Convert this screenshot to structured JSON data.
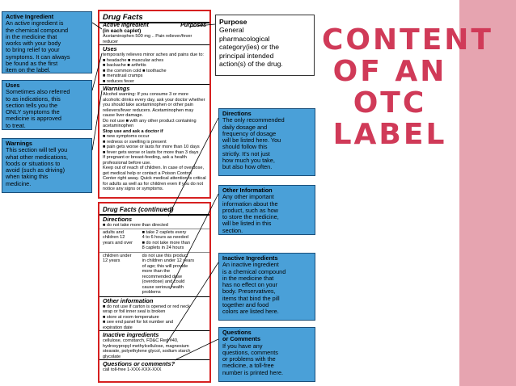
{
  "slide": {
    "title": "CONTENT\nOF AN\nOTC\nLABEL",
    "accent_color": "#d03a58",
    "side_panel_color": "#e6a4b0",
    "box_color": "#4aa0d8"
  },
  "callouts": {
    "active": {
      "head": "Active Ingredient",
      "text": "An active ingredient is\nthe chemical compound\nin the medicine that\nworks with your body\nto bring relief to your\nsymptoms. It can always\nbe found as the first\nitem on the label."
    },
    "uses": {
      "head": "Uses",
      "text": "Sometimes also referred\nto as indications, this\nsection tells you the\nONLY symptoms the\nmedicine is approved\nto treat."
    },
    "warnings": {
      "head": "Warnings",
      "text": "This section will tell you\nwhat other medications,\nfoods or situations to\navoid (such as driving)\nwhen taking this\nmedicine."
    },
    "purpose": {
      "head": "Purpose",
      "text": "General\npharmacological\ncategory(ies) or the\nprincipal intended\naction(s) of the drug."
    },
    "directions": {
      "head": "Directions",
      "text": "The only recommended\ndaily dosage and\nfrequency of dosage\nwill be listed here. You\nshould follow this\nstrictly. It's not just\nhow much you take,\nbut also how often."
    },
    "other": {
      "head": "Other Information",
      "text": "Any other important\ninformation about the\nproduct, such as how\nto store the medicine,\nwill be listed in this\nsection."
    },
    "inactive": {
      "head": "Inactive Ingredients",
      "text": "An inactive ingredient\nis a chemical compound\nin the medicine that\nhas no effect on your\nbody. Preservatives,\nitems that bind the pill\ntogether and food\ncolors are listed here."
    },
    "questions": {
      "head": "Questions\nor Comments",
      "text": "If you have any\nquestions, comments\nor problems with the\nmedicine, a toll-free\nnumber is printed here."
    }
  },
  "label_top": {
    "title": "Drug Facts",
    "active_head": "Active ingredient",
    "active_sub": "(in each caplet)",
    "purposes_head": "Purposes",
    "active_line": "Acetaminophen 500 mg .. Pain reliever/fever reducer",
    "uses_head": "Uses",
    "uses_line": "temporarily relieves minor aches and pains due to:",
    "uses_items": "■ headache      ■ muscular aches\n■ backache      ■ arthritis\n■ the common cold   ■ toothache\n■ menstrual cramps\n■ reduces fever",
    "warnings_head": "Warnings",
    "warn_alcohol": "Alcohol warning: If you consume 3 or more alcoholic drinks every day, ask your doctor whether you should take acetaminophen or other pain relievers/fever reducers. Acetaminophen may cause liver damage.",
    "warn_donot": "Do not use ■ with any other product containing acetaminophen",
    "warn_stop": "Stop use and ask a doctor if",
    "warn_stop_items": "■ new symptoms occur\n■ redness or swelling is present\n■ pain gets worse or lasts for more than 10 days\n■ fever gets worse or lasts for more than 3 days",
    "warn_preg": "If pregnant or breast-feeding, ask a health professional before use.",
    "warn_keep": "Keep out of reach of children. In case of overdose, get medical help or contact a Poison Control Center right away. Quick medical attention is critical for adults as well as for children even if you do not notice any signs or symptoms."
  },
  "label_bottom": {
    "title": "Drug Facts (continued)",
    "directions_head": "Directions",
    "dir_line": "■ do not take more than directed",
    "row1_c1": "adults and\nchildren 12\nyears and over",
    "row1_c2": "■ take 2 caplets every\n  4 to 6 hours as needed\n■ do not take more than\n  8 caplets in 24 hours",
    "row2_c1": "children under\n12 years",
    "row2_c2": "do not use this product\nin children under 12 years\nof age; this will provide\nmore than the\nrecommended dose\n(overdose) and could\ncause serious health\nproblems",
    "other_head": "Other information",
    "other_items": "■ do not use if carton is opened or red neck\n  wrap or foil inner seal is broken\n■ store at room temperature\n■ see end panel for lot number and\n  expiration date",
    "inactive_head": "Inactive ingredients",
    "inactive_line": "cellulose, cornstarch, FD&C Red #40, hydroxypropyl methylcellulose, magnesium stearate, polyethylene glycol, sodium starch glycolate",
    "questions_head": "Questions or comments?",
    "questions_line": "call toll-free 1-XXX-XXX-XXX"
  }
}
